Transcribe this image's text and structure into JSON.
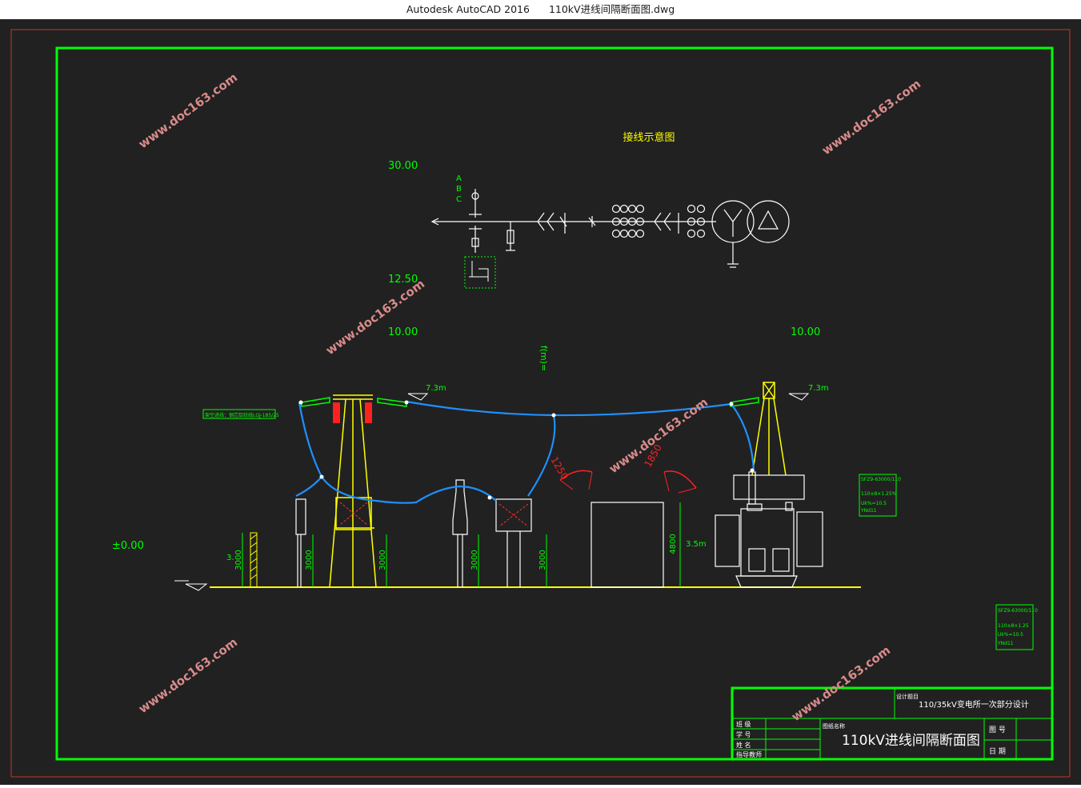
{
  "window": {
    "app_title": "Autodesk AutoCAD 2016",
    "file_name": "110kV进线间隔断面图.dwg"
  },
  "drawing": {
    "diagram_title": "接线示意图",
    "phase_labels": [
      "A",
      "B",
      "C"
    ],
    "elevations": {
      "top": "30.00",
      "mid": "12.50",
      "left_10": "10.00",
      "right_10": "10.00",
      "ground": "±0.00"
    },
    "axis_note": "f(m)=",
    "conductor_height_left": "7.3m",
    "conductor_height_right": "7.3m",
    "left_note": "架空进线：钢芯铝绞线LGJ-185/25",
    "dim_3000": "3000",
    "dim_4800": "4800",
    "dim_3m_left": "3.",
    "dim_3m_right": "3.5m",
    "sag_left": "1250",
    "sag_right": "1850",
    "transformer_label_1": {
      "model": "SFZ9-63000/110",
      "line2": "110±8×1.25%",
      "line3": "Uk%=10.5",
      "line4": "YNd11"
    },
    "transformer_label_2": {
      "model": "SFZ9-63000/110",
      "line2": "110±8×1.25",
      "line3": "Uk%=10.5",
      "line4": "YNd11"
    },
    "watermark": "www.doc163.com"
  },
  "title_block": {
    "project_label": "设计题目",
    "project": "110/35kV变电所一次部分设计",
    "name_label": "图纸名称",
    "drawing_name": "110kV进线间隔断面图",
    "rows": [
      "班 级",
      "学 号",
      "姓 名",
      "指导教师"
    ],
    "figure_no_label": "图 号",
    "date_label": "日 期"
  },
  "colors": {
    "background": "#212121",
    "frame": "#00ff00",
    "cad_yellow": "#ffff00",
    "conductor": "#1e90ff",
    "white": "#ffffff",
    "red": "#ff2020",
    "watermark": "#d98a8a"
  }
}
